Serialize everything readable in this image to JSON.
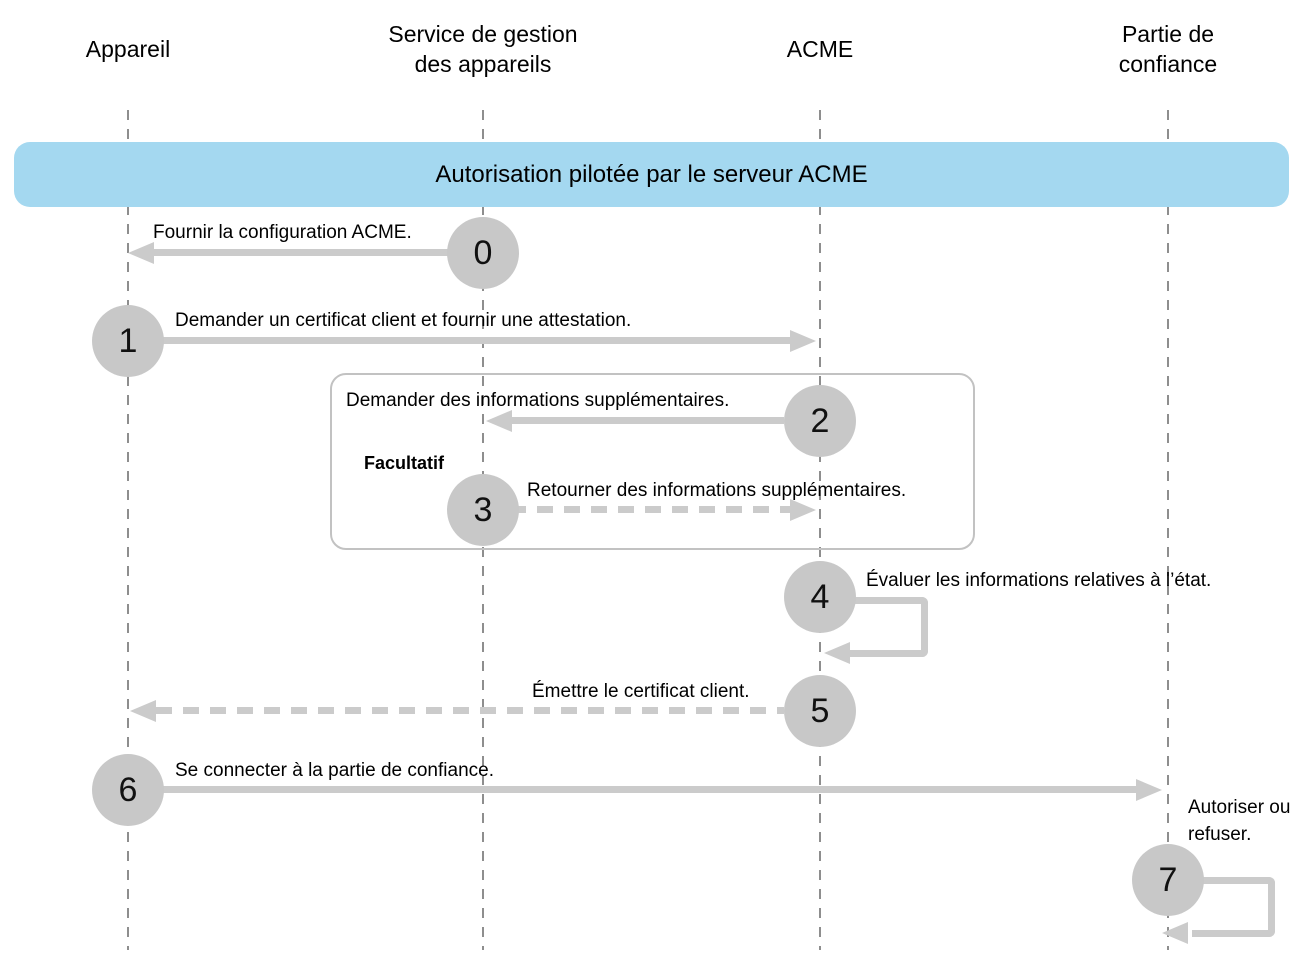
{
  "diagram": {
    "banner": {
      "title": "Autorisation pilotée par le serveur ACME"
    },
    "actors": [
      {
        "label": "Appareil"
      },
      {
        "label": "Service de gestion des appareils"
      },
      {
        "label": "ACME"
      },
      {
        "label": "Partie de confiance"
      }
    ],
    "optional_group": {
      "label": "Facultatif"
    },
    "steps": [
      {
        "num": "0",
        "label": "Fournir la configuration ACME.",
        "from": "Service de gestion des appareils",
        "to": "Appareil",
        "line": "solid"
      },
      {
        "num": "1",
        "label": "Demander un certificat client et fournir une attestation.",
        "from": "Appareil",
        "to": "ACME",
        "line": "solid"
      },
      {
        "num": "2",
        "label": "Demander des informations supplémentaires.",
        "from": "ACME",
        "to": "Service de gestion des appareils",
        "line": "solid",
        "optional": true
      },
      {
        "num": "3",
        "label": "Retourner des informations supplémentaires.",
        "from": "Service de gestion des appareils",
        "to": "ACME",
        "line": "dashed",
        "optional": true
      },
      {
        "num": "4",
        "label": "Évaluer les informations relatives à l’état.",
        "from": "ACME",
        "to": "ACME",
        "line": "self-loop"
      },
      {
        "num": "5",
        "label": "Émettre le certificat client.",
        "from": "ACME",
        "to": "Appareil",
        "line": "dashed"
      },
      {
        "num": "6",
        "label": "Se connecter à la partie de confiance.",
        "from": "Appareil",
        "to": "Partie de confiance",
        "line": "solid"
      },
      {
        "num": "7",
        "label": "Autoriser ou refuser.",
        "from": "Partie de confiance",
        "to": "Partie de confiance",
        "line": "self-loop"
      }
    ],
    "colors": {
      "banner_bg": "#A4D8F0",
      "circle_fill": "#C8C8C8",
      "arrow": "#CBCBCB",
      "lifeline": "#8E8E8E",
      "group_border": "#C2C2C2",
      "text": "#000000"
    }
  }
}
